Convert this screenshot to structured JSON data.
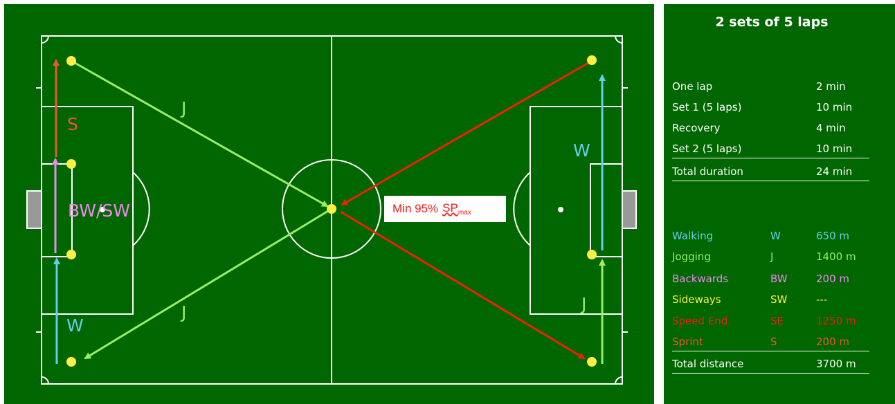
{
  "panel": {
    "title": "2 sets of 5 laps",
    "time_rows": [
      {
        "label": "One lap",
        "value": "2 min"
      },
      {
        "label": "Set 1 (5 laps)",
        "value": "10 min"
      },
      {
        "label": "Recovery",
        "value": "4 min"
      },
      {
        "label": "Set 2 (5 laps)",
        "value": "10 min"
      },
      {
        "label": "Total duration",
        "value": "24 min"
      }
    ],
    "distance_rows": [
      {
        "label": "Walking",
        "code": "W",
        "value": "650 m",
        "color": "#66ccee"
      },
      {
        "label": "Jogging",
        "code": "J",
        "value": "1400 m",
        "color": "#99ee66"
      },
      {
        "label": "Backwards",
        "code": "BW",
        "value": "200 m",
        "color": "#ee88ee"
      },
      {
        "label": "Sideways",
        "code": "SW",
        "value": "---",
        "color": "#ffee44"
      },
      {
        "label": "Speed End.",
        "code": "SE",
        "value": "1250 m",
        "color": "#ee2200"
      },
      {
        "label": "Sprint",
        "code": "S",
        "value": "200 m",
        "color": "#ee5533"
      }
    ],
    "total_distance": {
      "label": "Total distance",
      "value": "3700 m"
    }
  },
  "pitch": {
    "labels": {
      "sprint": "S",
      "backwards_sideways": "BW/SW",
      "walk_left": "W",
      "walk_right": "W",
      "jog_top": "J",
      "jog_bottom": "J",
      "jog_right": "J"
    },
    "callout": {
      "prefix": "Min 95%",
      "sp": "SP",
      "sub": "max"
    }
  },
  "colors": {
    "pitch_green": "#006600",
    "walking": "#66ccee",
    "jogging": "#99ee66",
    "backwards": "#ee88ee",
    "marker": "#ffee44",
    "speed_endurance": "#ee2200",
    "sprint": "#ee5533"
  }
}
